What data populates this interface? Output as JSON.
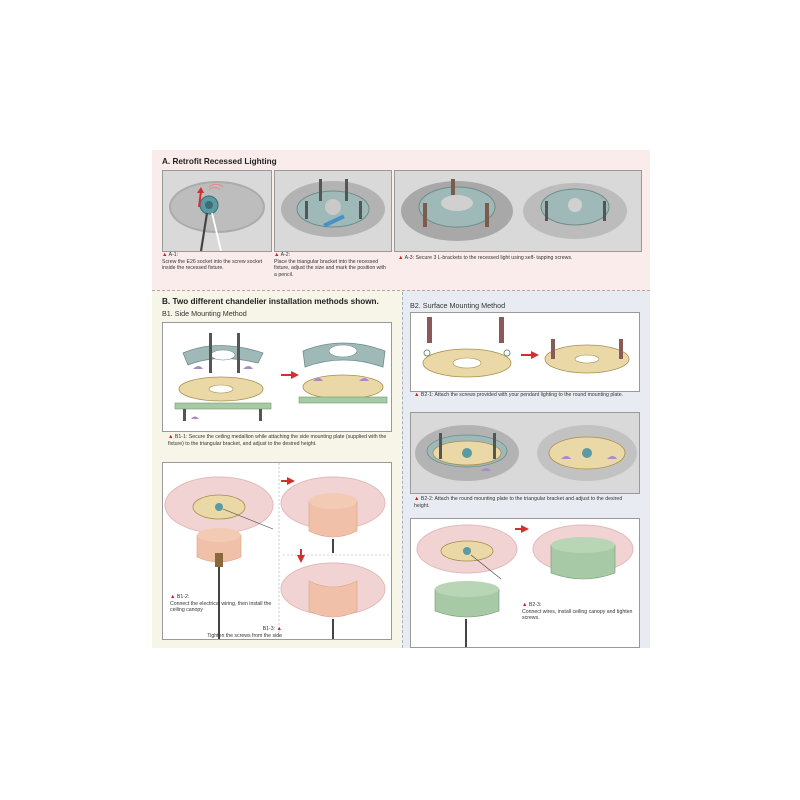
{
  "sectionA": {
    "title": "A. Retrofit Recessed Lighting",
    "steps": [
      {
        "num": "A-1:",
        "text": "Screw the E26 socket into the screw socket inside the recessed fixture."
      },
      {
        "num": "A-2:",
        "text": "Place the triangular bracket into the recessed fixture, adjust the size and mark the position with a pencil."
      },
      {
        "num": "A-3:",
        "text": "Secure 3 L-brackets to the recessed light using self- tapping screws."
      }
    ]
  },
  "sectionB": {
    "title": "B. Two different chandelier installation methods shown.",
    "b1": {
      "title": "B1. Side Mounting Method",
      "steps": [
        {
          "num": "B1-1:",
          "text": "Secure the ceiling medallion while attaching the side mounting plate (supplied with the fixture) to the triangular bracket, and adjust to the desired height."
        },
        {
          "num": "B1-2:",
          "text": "Connect the electrical wiring, then install the ceiling canopy"
        },
        {
          "num": "B1-3:",
          "text": "Tighten the screws from the side"
        }
      ]
    },
    "b2": {
      "title": "B2. Surface Mounting Method",
      "steps": [
        {
          "num": "B2-1:",
          "text": "Attach the screws provided with your pendant lighting to the round mounting plate."
        },
        {
          "num": "B2-2:",
          "text": "Attach the round mounting plate to the triangular bracket and adjust to the desired height."
        },
        {
          "num": "B2-3:",
          "text": "Connect wires, install ceiling canopy and tighten screws."
        }
      ]
    }
  },
  "colors": {
    "sectionA_bg": "#fbecec",
    "sectionB1_bg": "#f7f5e8",
    "sectionB2_bg": "#e8ecf2",
    "arrow": "#d32f2f",
    "bracket_teal": "#9fb9b8",
    "plate_yellow": "#ead9a6",
    "canopy_pink": "#e9b8a8",
    "canopy_green": "#a8c9a6"
  }
}
